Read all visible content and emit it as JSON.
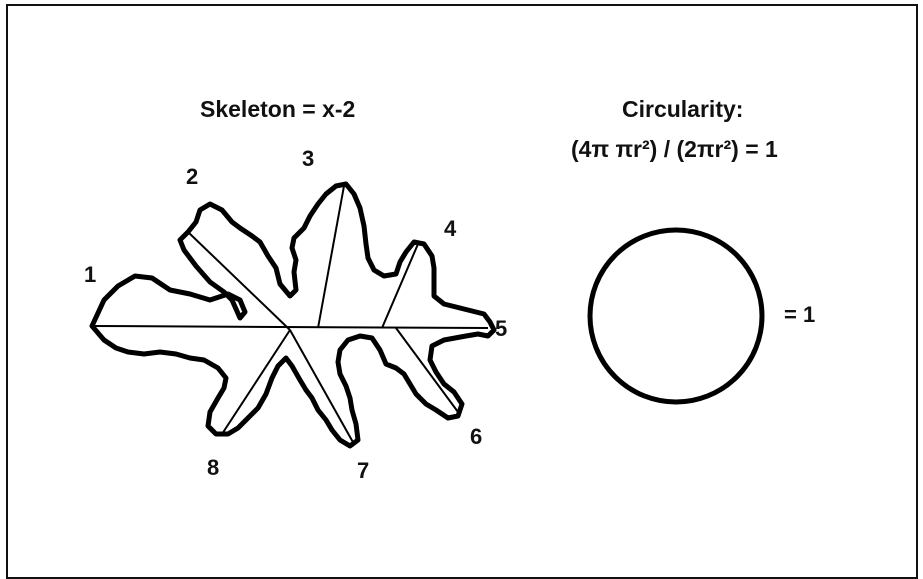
{
  "leaf_diagram": {
    "title": "Skeleton = x-2",
    "point_labels": [
      "1",
      "2",
      "3",
      "4",
      "5",
      "6",
      "7",
      "8"
    ]
  },
  "circle_diagram": {
    "title_line1": "Circularity:",
    "title_line2": "(4π πr²) / (2πr²) = 1",
    "value_label": "= 1"
  },
  "colors": {
    "stroke": "#000000",
    "text": "#111111",
    "background": "#ffffff"
  }
}
